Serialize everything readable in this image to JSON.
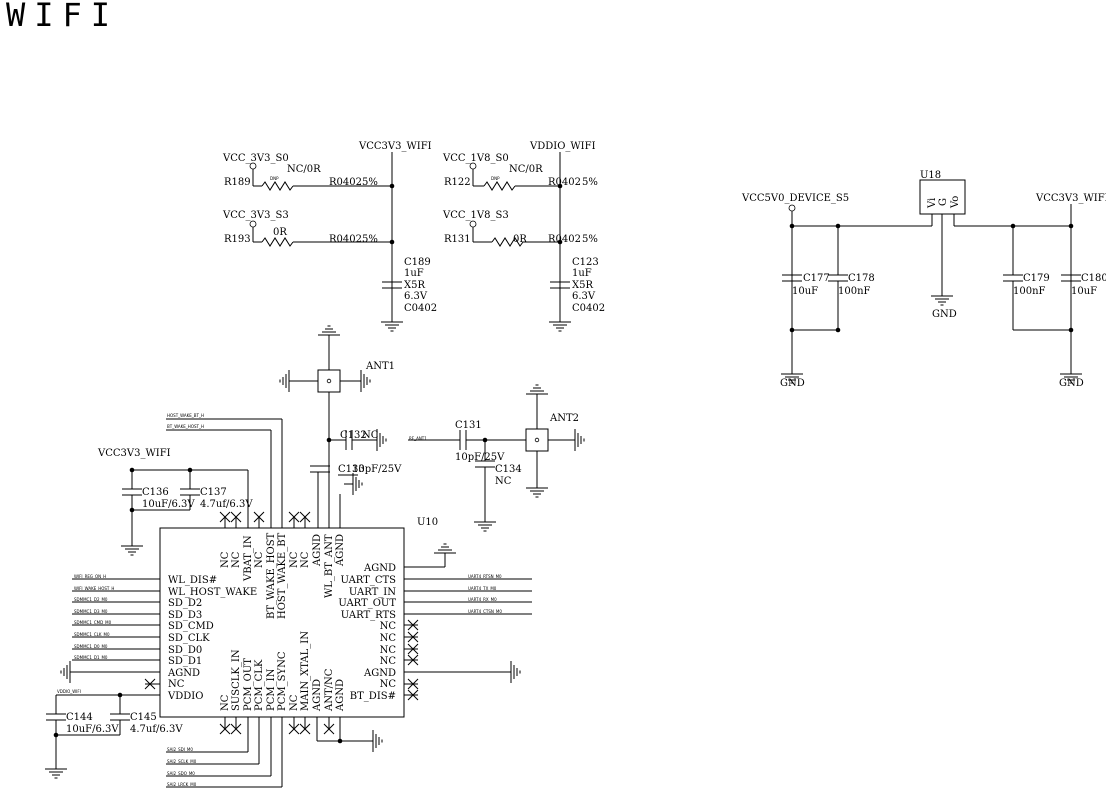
{
  "title": "WIFI",
  "nets": {
    "vcc3v3_s0": "VCC_3V3_S0",
    "vcc3v3_s3": "VCC_3V3_S3",
    "vcc3v3_wifi": "VCC3V3_WIFI",
    "vcc1v8_s0": "VCC_1V8_S0",
    "vcc1v8_s3": "VCC_1V8_S3",
    "vddio_wifi": "VDDIO_WIFI",
    "vcc5v0_device": "VCC5V0_DEVICE_S5",
    "gnd": "GND",
    "rf_ant1": "RF_ANT1",
    "vddio_wifi_small": "VDDIO_WIFI"
  },
  "components": {
    "r189": {
      "ref": "R189",
      "value": "NC/0R",
      "pkg": "R0402",
      "tol": "5%",
      "dnp": "DNP"
    },
    "r193": {
      "ref": "R193",
      "value": "0R",
      "pkg": "R0402",
      "tol": "5%"
    },
    "r122": {
      "ref": "R122",
      "value": "NC/0R",
      "pkg": "R0402",
      "tol": "5%",
      "dnp": "DNP"
    },
    "r131": {
      "ref": "R131",
      "value": "0R",
      "pkg": "R0402",
      "tol": "5%"
    },
    "c189": {
      "ref": "C189",
      "value": "1uF",
      "diel": "X5R",
      "volt": "6.3V",
      "pkg": "C0402"
    },
    "c123": {
      "ref": "C123",
      "value": "1uF",
      "diel": "X5R",
      "volt": "6.3V",
      "pkg": "C0402"
    },
    "ant1": {
      "ref": "ANT1"
    },
    "ant2": {
      "ref": "ANT2"
    },
    "c132": {
      "ref": "C132",
      "value": "NC"
    },
    "c133": {
      "ref": "C133",
      "value": "10pF/25V"
    },
    "c131": {
      "ref": "C131",
      "value": "10pF/25V"
    },
    "c134": {
      "ref": "C134",
      "value": "NC"
    },
    "c136": {
      "ref": "C136",
      "value": "10uF/6.3V"
    },
    "c137": {
      "ref": "C137",
      "value": "4.7uf/6.3V"
    },
    "c144": {
      "ref": "C144",
      "value": "10uF/6.3V"
    },
    "c145": {
      "ref": "C145",
      "value": "4.7uf/6.3V"
    },
    "u18": {
      "ref": "U18",
      "pins": [
        "Vi",
        "G",
        "Vo"
      ]
    },
    "c177": {
      "ref": "C177",
      "value": "10uF"
    },
    "c178": {
      "ref": "C178",
      "value": "100nF"
    },
    "c179": {
      "ref": "C179",
      "value": "100nF"
    },
    "c180": {
      "ref": "C180",
      "value": "10uF"
    },
    "u10": {
      "ref": "U10"
    }
  },
  "u10": {
    "left_pins": [
      "WL_DIS#",
      "WL_HOST_WAKE",
      "SD_D2",
      "SD_D3",
      "SD_CMD",
      "SD_CLK",
      "SD_D0",
      "SD_D1",
      "AGND",
      "NC",
      "VDDIO"
    ],
    "right_pins": [
      "AGND",
      "UART_CTS",
      "UART_IN",
      "UART_OUT",
      "UART_RTS",
      "NC",
      "NC",
      "NC",
      "NC",
      "AGND",
      "NC",
      "BT_DIS#"
    ],
    "top_pins": [
      "NC",
      "NC",
      "VBAT_IN",
      "NC",
      "BT_WAKE_HOST",
      "HOST_WAKE_BT",
      "NC",
      "NC",
      "AGND",
      "WL_BT_ANT",
      "AGND"
    ],
    "bottom_pins": [
      "NC",
      "SUSCLK_IN",
      "PCM_OUT",
      "PCM_CLK",
      "PCM_IN",
      "PCM_SYNC",
      "NC",
      "MAIN_XTAL_IN",
      "AGND",
      "ANT/NC",
      "AGND"
    ]
  },
  "signals": {
    "left": [
      "WIFI_REG_ON_H",
      "WIFI_WAKE_HOST_H",
      "SDMMC1_D2_M0",
      "SDMMC1_D3_M0",
      "SDMMC1_CMD_M0",
      "SDMMC1_CLK_M0",
      "SDMMC1_D0_M0",
      "SDMMC1_D1_M0"
    ],
    "top": [
      "HOST_WAKE_BT_H",
      "BT_WAKE_HOST_H"
    ],
    "right": [
      "UART4_RTSN_M0",
      "UART4_TX_M0",
      "UART4_RX_M0",
      "UART4_CTSN_M0"
    ],
    "bottom": [
      "SAI2_SDI_M0",
      "SAI2_SCLK_M0",
      "SAI2_SDO_M0",
      "SAI2_LRCK_M0"
    ]
  }
}
